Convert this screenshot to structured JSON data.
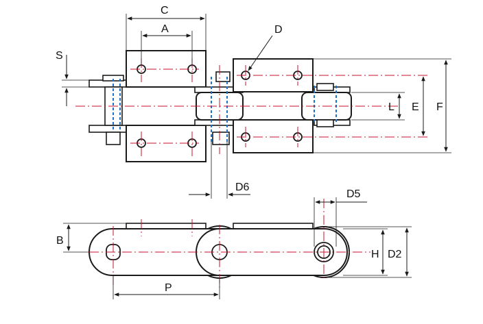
{
  "colors": {
    "outline": "#1a1a1a",
    "centerline": "#c8102e",
    "hidden_line": "#1e73c8",
    "background": "#ffffff"
  },
  "labels": {
    "C": "C",
    "A": "A",
    "D": "D",
    "S": "S",
    "L": "L",
    "E": "E",
    "F": "F",
    "D6": "D6",
    "D5": "D5",
    "B": "B",
    "H": "H",
    "D2": "D2",
    "P": "P"
  }
}
